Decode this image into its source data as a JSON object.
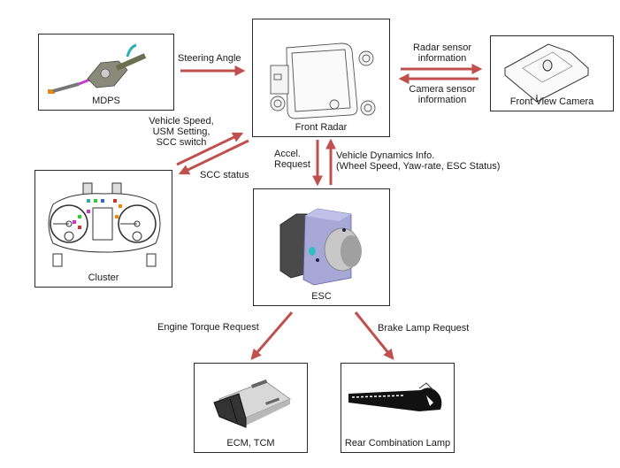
{
  "diagram": {
    "arrow_color": "#c0504d",
    "nodes": {
      "mdps": {
        "label": "MDPS"
      },
      "front_radar": {
        "label": "Front Radar"
      },
      "front_view_camera": {
        "label": "Front View Camera"
      },
      "cluster": {
        "label": "Cluster"
      },
      "esc": {
        "label": "ESC"
      },
      "ecm_tcm": {
        "label": "ECM, TCM"
      },
      "rear_combination_lamp": {
        "label": "Rear Combination Lamp"
      }
    },
    "edges": {
      "steering_angle": {
        "from": "MDPS",
        "to": "Front Radar",
        "label": "Steering Angle"
      },
      "radar_sensor_info": {
        "from": "Front Radar",
        "to": "Front View Camera",
        "label_line1": "Radar sensor",
        "label_line2": "information"
      },
      "camera_sensor_info": {
        "from": "Front View Camera",
        "to": "Front Radar",
        "label_line1": "Camera sensor",
        "label_line2": "information"
      },
      "cluster_to_radar": {
        "from": "Cluster",
        "to": "Front Radar",
        "label_line1": "Vehicle Speed,",
        "label_line2": "USM Setting,",
        "label_line3": "SCC switch"
      },
      "scc_status": {
        "from": "Front Radar",
        "to": "Cluster",
        "label": "SCC status"
      },
      "accel_request": {
        "from": "Front Radar",
        "to": "ESC",
        "label_line1": "Accel.",
        "label_line2": "Request"
      },
      "vehicle_dynamics": {
        "from": "ESC",
        "to": "Front Radar",
        "label_line1": "Vehicle Dynamics Info.",
        "label_line2": "(Wheel Speed, Yaw-rate, ESC Status)"
      },
      "engine_torque": {
        "from": "ESC",
        "to": "ECM, TCM",
        "label": "Engine Torque Request"
      },
      "brake_lamp": {
        "from": "ESC",
        "to": "Rear Combination Lamp",
        "label": "Brake Lamp Request"
      }
    }
  }
}
